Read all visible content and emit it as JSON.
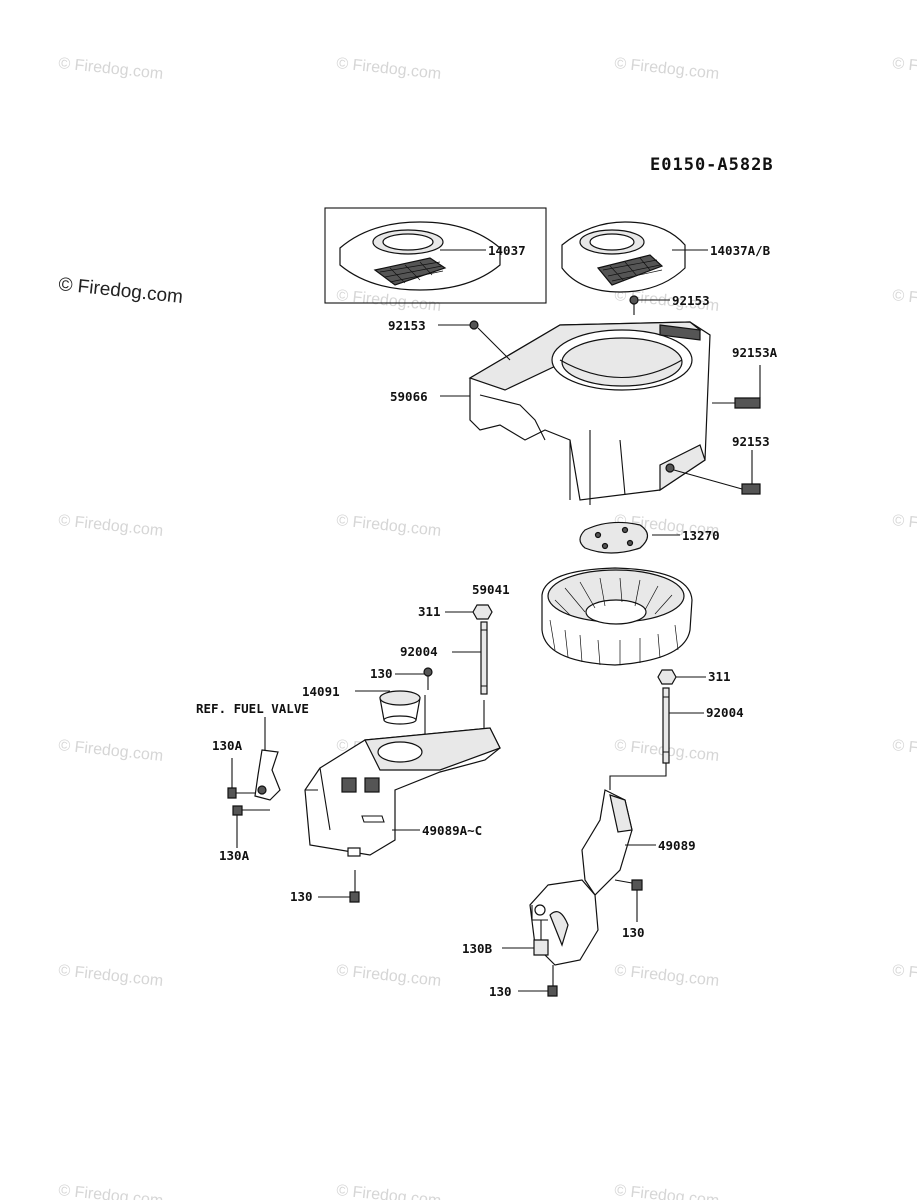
{
  "diagram_code": "E0150-A582B",
  "watermark": "© Firedog.com",
  "main_watermark": "© Firedog.com",
  "inset_box_label": "14037",
  "labels": {
    "p14037": "14037",
    "p14037ab": "14037A/B",
    "p92153_a": "92153",
    "p92153_b": "92153",
    "p92153a": "92153A",
    "p92153_c": "92153",
    "p59066": "59066",
    "p13270": "13270",
    "p59041": "59041",
    "p311_a": "311",
    "p92004_a": "92004",
    "p130_a": "130",
    "p14091": "14091",
    "ref_fuel_valve": "REF. FUEL VALVE",
    "p130a_a": "130A",
    "p130a_b": "130A",
    "p49089ac": "49089A~C",
    "p130_b": "130",
    "p311_b": "311",
    "p92004_b": "92004",
    "p49089": "49089",
    "p130_c": "130",
    "p130b": "130B",
    "p130_d": "130"
  }
}
